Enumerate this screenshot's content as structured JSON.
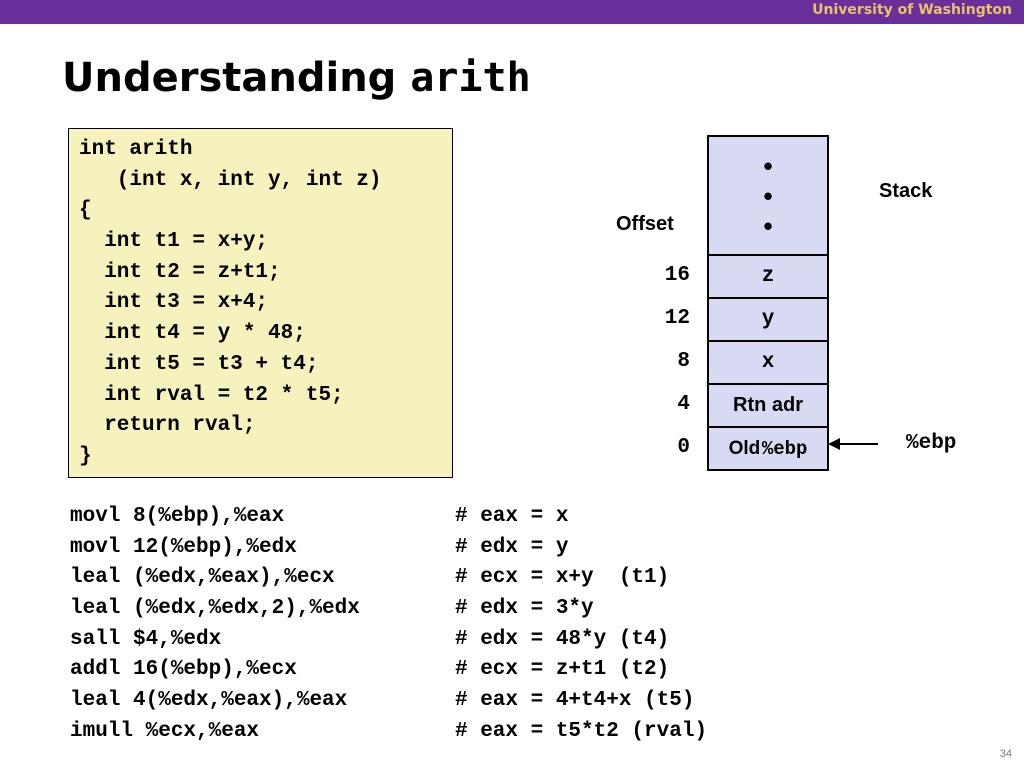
{
  "header": {
    "institution": "University of Washington"
  },
  "slide": {
    "title_text": "Understanding ",
    "title_code": "arith",
    "page_number": "34"
  },
  "c_code": {
    "lines": [
      "int arith",
      "   (int x, int y, int z)",
      "{",
      "  int t1 = x+y;",
      "  int t2 = z+t1;",
      "  int t3 = x+4;",
      "  int t4 = y * 48;",
      "  int t5 = t3 + t4;",
      "  int rval = t2 * t5;",
      "  return rval;",
      "}"
    ]
  },
  "assembly": [
    {
      "instruction": "movl 8(%ebp),%eax",
      "comment": "# eax = x"
    },
    {
      "instruction": "movl 12(%ebp),%edx",
      "comment": "# edx = y"
    },
    {
      "instruction": "leal (%edx,%eax),%ecx",
      "comment": "# ecx = x+y  (t1)"
    },
    {
      "instruction": "leal (%edx,%edx,2),%edx",
      "comment": "# edx = 3*y"
    },
    {
      "instruction": "sall $4,%edx",
      "comment": "# edx = 48*y (t4)"
    },
    {
      "instruction": "addl 16(%ebp),%ecx",
      "comment": "# ecx = z+t1 (t2)"
    },
    {
      "instruction": "leal 4(%edx,%eax),%eax",
      "comment": "# eax = 4+t4+x (t5)"
    },
    {
      "instruction": "imull %ecx,%eax",
      "comment": "# eax = t5*t2 (rval)"
    }
  ],
  "stack": {
    "title": "Stack",
    "offset_label": "Offset",
    "dots": [
      "•",
      "•",
      "•"
    ],
    "cells": [
      {
        "offset": "16",
        "label": "z"
      },
      {
        "offset": "12",
        "label": "y"
      },
      {
        "offset": "8",
        "label": "x"
      },
      {
        "offset": "4",
        "label": "Rtn adr"
      },
      {
        "offset": "0",
        "label_prefix": "Old ",
        "label_code": "%ebp"
      }
    ],
    "pointer_label": "%ebp"
  }
}
